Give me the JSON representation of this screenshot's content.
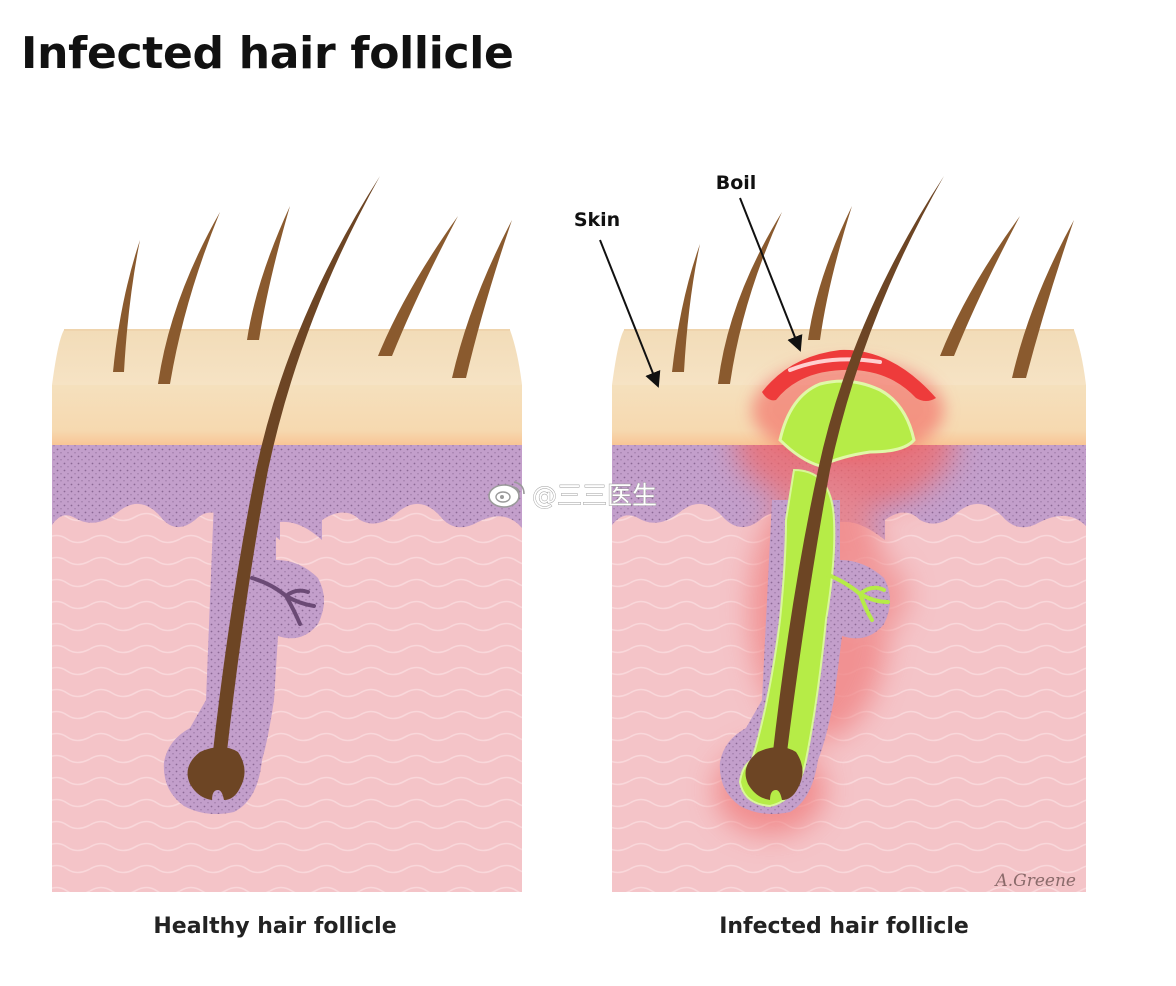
{
  "title": "Infected hair follicle",
  "panels": {
    "healthy": {
      "caption": "Healthy hair follicle"
    },
    "infected": {
      "caption": "Infected hair follicle"
    }
  },
  "labels": {
    "skin": "Skin",
    "boil": "Boil"
  },
  "watermark": {
    "text": "@三三医生",
    "icon": "weibo-icon"
  },
  "signature": "A.Greene",
  "colors": {
    "epidermis_surface": "#f3dcb6",
    "epidermis_lower": "#f8c898",
    "dermis_purple": "#c49fcb",
    "subcutis_pink": "#f4c3c7",
    "hair": "#6d4524",
    "pus_green": "#b6ec47",
    "inflammation_red": "#ee3b3b"
  }
}
